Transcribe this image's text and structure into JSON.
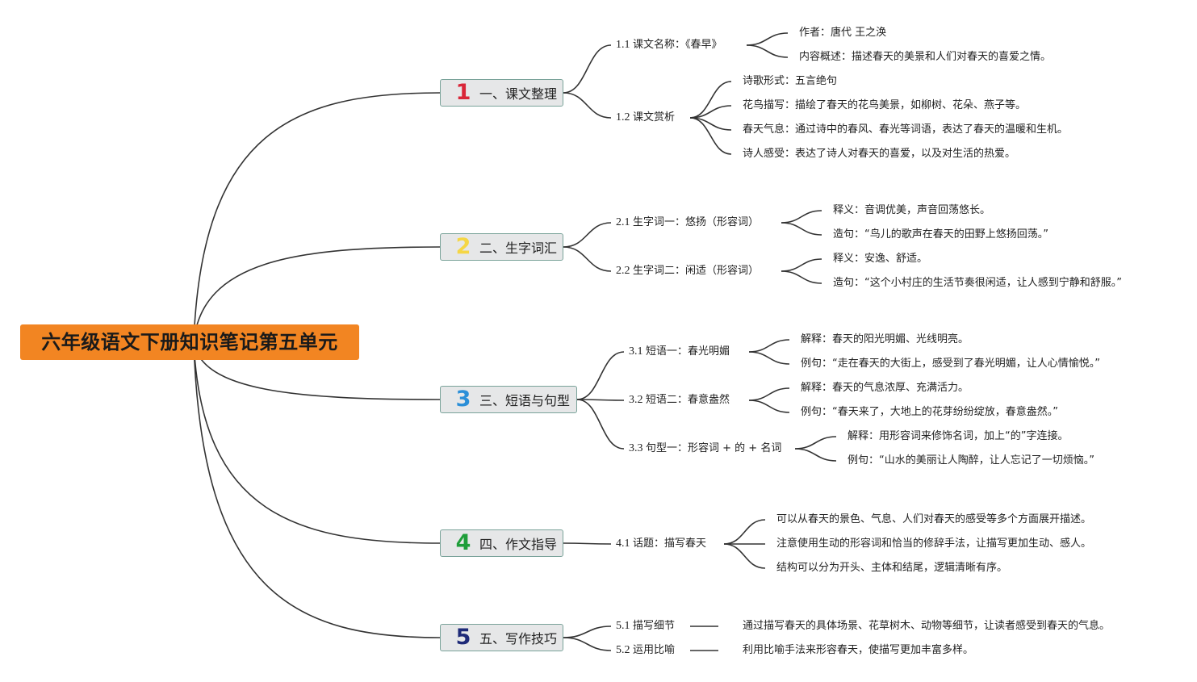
{
  "root": {
    "title": "六年级语文下册知识笔记第五单元"
  },
  "branches": [
    {
      "number": "1",
      "color": "#d92638",
      "label": "一、课文整理",
      "subs": [
        {
          "num": "1.1",
          "label": "课文名称：《春早》",
          "details": [
            "作者：唐代 王之涣",
            "内容概述：描述春天的美景和人们对春天的喜爱之情。"
          ]
        },
        {
          "num": "1.2",
          "label": "课文赏析",
          "details": [
            "诗歌形式：五言绝句",
            "花鸟描写：描绘了春天的花鸟美景，如柳树、花朵、燕子等。",
            "春天气息：通过诗中的春风、春光等词语，表达了春天的温暖和生机。",
            "诗人感受：表达了诗人对春天的喜爱，以及对生活的热爱。"
          ]
        }
      ]
    },
    {
      "number": "2",
      "color": "#f5d645",
      "label": "二、生字词汇",
      "subs": [
        {
          "num": "2.1",
          "label": "生字词一：悠扬（形容词）",
          "details": [
            "释义：音调优美，声音回荡悠长。",
            "造句：“鸟儿的歌声在春天的田野上悠扬回荡。”"
          ]
        },
        {
          "num": "2.2",
          "label": "生字词二：闲适（形容词）",
          "details": [
            "释义：安逸、舒适。",
            "造句：“这个小村庄的生活节奏很闲适，让人感到宁静和舒服。”"
          ]
        }
      ]
    },
    {
      "number": "3",
      "color": "#2b8fd8",
      "label": "三、短语与句型",
      "subs": [
        {
          "num": "3.1",
          "label": "短语一：春光明媚",
          "details": [
            "解释：春天的阳光明媚、光线明亮。",
            "例句：“走在春天的大街上，感受到了春光明媚，让人心情愉悦。”"
          ]
        },
        {
          "num": "3.2",
          "label": "短语二：春意盎然",
          "details": [
            "解释：春天的气息浓厚、充满活力。",
            "例句：“春天来了，大地上的花芽纷纷绽放，春意盎然。”"
          ]
        },
        {
          "num": "3.3",
          "label": "句型一：形容词 + 的 + 名词",
          "details": [
            "解释：用形容词来修饰名词，加上“的”字连接。",
            "例句：“山水的美丽让人陶醉，让人忘记了一切烦恼。”"
          ]
        }
      ]
    },
    {
      "number": "4",
      "color": "#1f9e3a",
      "label": "四、作文指导",
      "subs": [
        {
          "num": "4.1",
          "label": "话题：描写春天",
          "details": [
            "可以从春天的景色、气息、人们对春天的感受等多个方面展开描述。",
            "注意使用生动的形容词和恰当的修辞手法，让描写更加生动、感人。",
            "结构可以分为开头、主体和结尾，逻辑清晰有序。"
          ]
        }
      ]
    },
    {
      "number": "5",
      "color": "#1e2a78",
      "label": "五、写作技巧",
      "subs": [
        {
          "num": "5.1",
          "label": "描写细节",
          "details": [
            "通过描写春天的具体场景、花草树木、动物等细节，让读者感受到春天的气息。"
          ]
        },
        {
          "num": "5.2",
          "label": "运用比喻",
          "details": [
            "利用比喻手法来形容春天，使描写更加丰富多样。"
          ]
        }
      ]
    }
  ]
}
